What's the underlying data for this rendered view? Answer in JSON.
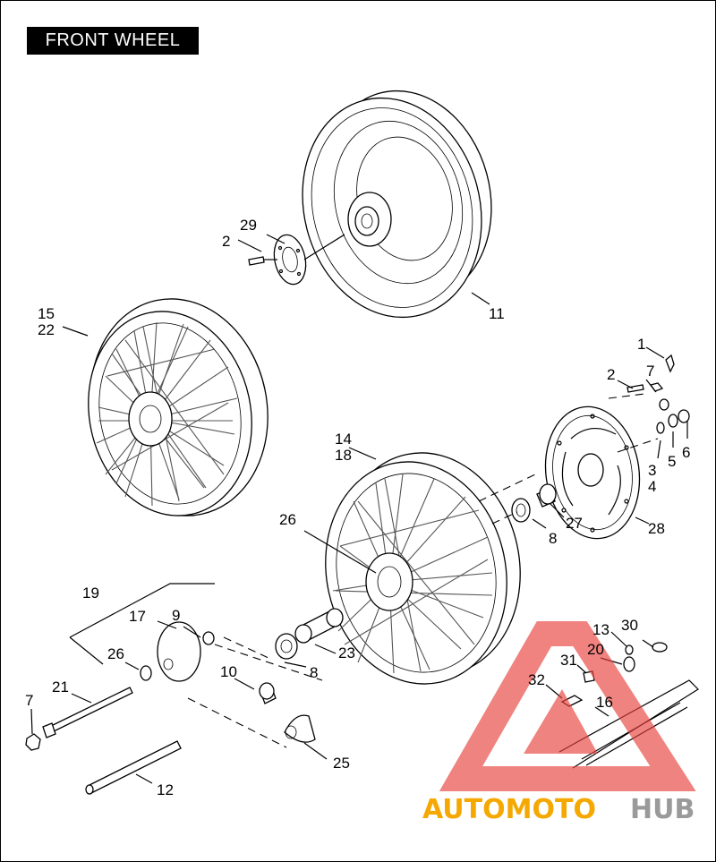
{
  "title": "FRONT WHEEL",
  "callouts": {
    "c1": "1",
    "c2a": "2",
    "c2b": "2",
    "c3": "3",
    "c4": "4",
    "c5": "5",
    "c6": "6",
    "c7a": "7",
    "c7b": "7",
    "c8a": "8",
    "c8b": "8",
    "c9": "9",
    "c10": "10",
    "c11": "11",
    "c12": "12",
    "c13": "13",
    "c14": "14",
    "c15": "15",
    "c16": "16",
    "c17": "17",
    "c18": "18",
    "c19": "19",
    "c20": "20",
    "c21": "21",
    "c22": "22",
    "c23": "23",
    "c25": "25",
    "c26a": "26",
    "c26b": "26",
    "c27": "27",
    "c28": "28",
    "c29": "29",
    "c30": "30",
    "c31": "31",
    "c32": "32"
  },
  "watermark": {
    "part1": "AUTOMOTO",
    "part2": "HUB",
    "color_primary": "#f5a800",
    "color_secondary": "#9a9a9a",
    "triangle_color": "#e8413c"
  }
}
